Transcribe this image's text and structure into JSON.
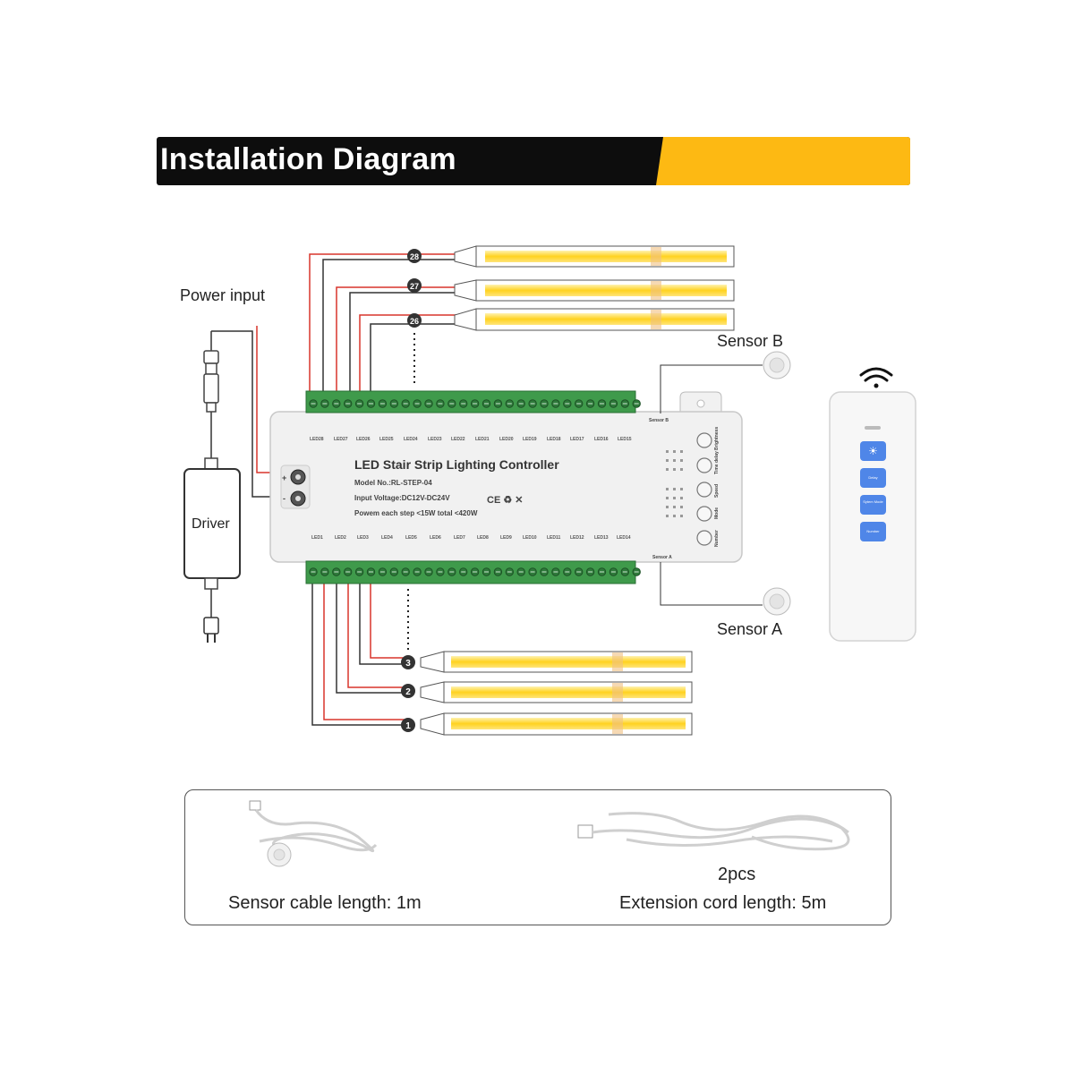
{
  "banner": {
    "title": "Installation Diagram",
    "colors": {
      "dark": "#0d0d0d",
      "accent": "#fdb913"
    }
  },
  "power": {
    "input_label": "Power input",
    "driver_label": "Driver"
  },
  "sensors": {
    "b_label": "Sensor B",
    "a_label": "Sensor A"
  },
  "controller": {
    "title": "LED Stair Strip Lighting Controller",
    "model": "Model No.:RL-STEP-04",
    "voltage": "Input Voltage:DC12V-DC24V",
    "power": "Powem each step <15W  total <420W",
    "marks": "CE ♻ ✕",
    "plus": "+",
    "minus": "-",
    "sensor_b_port": "Sensor B",
    "sensor_a_port": "Sensor A",
    "top_ports": [
      "LED28",
      "LED27",
      "LED26",
      "LED25",
      "LED24",
      "LED23",
      "LED22",
      "LED21",
      "LED20",
      "LED19",
      "LED18",
      "LED17",
      "LED16",
      "LED15"
    ],
    "bottom_ports": [
      "LED1",
      "LED2",
      "LED3",
      "LED4",
      "LED5",
      "LED6",
      "LED7",
      "LED8",
      "LED9",
      "LED10",
      "LED11",
      "LED12",
      "LED13",
      "LED14"
    ],
    "buttons": [
      "Brightness",
      "Time delay",
      "Speed",
      "Mode",
      "Number"
    ]
  },
  "strips": {
    "top_numbers": [
      "28",
      "27",
      "26"
    ],
    "bottom_numbers": [
      "3",
      "2",
      "1"
    ],
    "colors": {
      "led": "#ffd21f",
      "wire_red": "#d9352b",
      "wire_dark": "#333333"
    }
  },
  "remote": {
    "keys": [
      "☀",
      "Delay",
      "Sytem Mode",
      "Number"
    ],
    "key_color": "#4f86e8",
    "icons": [
      "wifi-icon",
      "brightness-icon"
    ]
  },
  "accessories": {
    "sensor_cable": "Sensor cable length: 1m",
    "extension_qty": "2pcs",
    "extension_cord": "Extension cord length: 5m"
  }
}
